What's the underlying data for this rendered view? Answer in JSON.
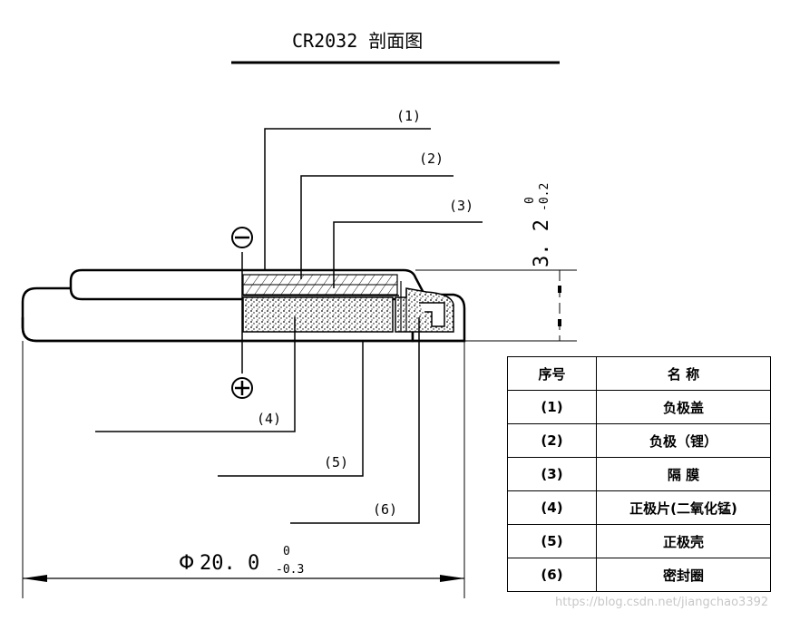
{
  "title": "CR2032 剖面图",
  "callouts": [
    "(1)",
    "(2)",
    "(3)",
    "(4)",
    "(5)",
    "(6)"
  ],
  "polarity": {
    "negative_icon": "minus-circle-icon",
    "positive_icon": "plus-circle-icon"
  },
  "dimensions": {
    "thickness_value": "3. 2",
    "thickness_tol_upper": "0",
    "thickness_tol_lower": "-0.2",
    "diameter_symbol": "Φ",
    "diameter_value": "20. 0",
    "diameter_tol_upper": "0",
    "diameter_tol_lower": "-0.3"
  },
  "parts_table": {
    "headers": [
      "序号",
      "名 称"
    ],
    "rows": [
      {
        "no": "(1)",
        "name": "负极盖"
      },
      {
        "no": "(2)",
        "name": "负极（锂）"
      },
      {
        "no": "(3)",
        "name": "隔 膜"
      },
      {
        "no": "(4)",
        "name": "正极片(二氧化锰)"
      },
      {
        "no": "(5)",
        "name": "正极壳"
      },
      {
        "no": "(6)",
        "name": "密封圈"
      }
    ]
  },
  "watermark": "https://blog.csdn.net/jiangchao3392"
}
